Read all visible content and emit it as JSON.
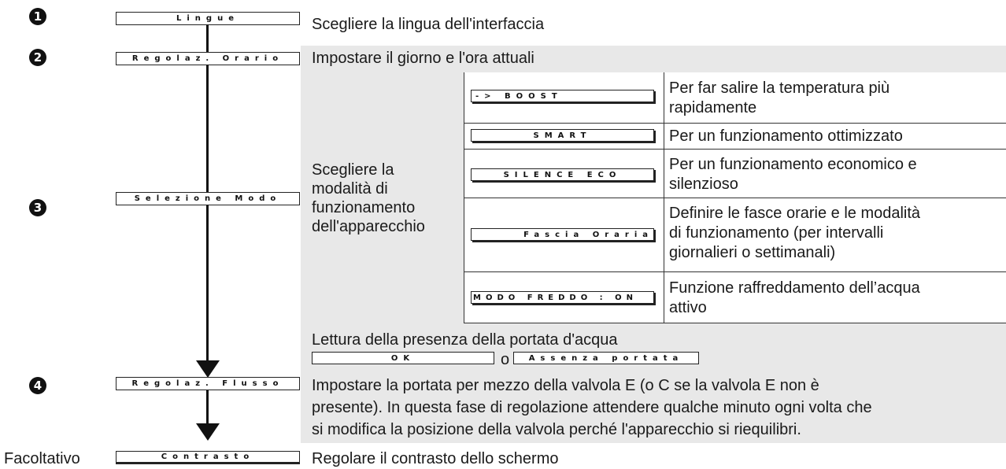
{
  "steps": {
    "s1": {
      "num": "1",
      "lcd": "Lingue",
      "desc": "Scegliere la lingua dell'interfaccia"
    },
    "s2": {
      "num": "2",
      "lcd": "Regolaz. Orario",
      "desc": "Impostare il giorno e l'ora attuali"
    },
    "s3": {
      "num": "3",
      "lcd": "Selezione Modo",
      "desc_lines": [
        "Scegliere la",
        "modalità di",
        "funzionamento",
        "dell'apparecchio"
      ],
      "modes": [
        {
          "lcd": "-> BOOST",
          "desc_lines": [
            "Per far salire la temperatura più",
            "rapidamente"
          ]
        },
        {
          "lcd": "SMART",
          "desc_lines": [
            "Per un funzionamento ottimizzato"
          ]
        },
        {
          "lcd": "SILENCE ECO",
          "desc_lines": [
            "Per un funzionamento economico e",
            "silenzioso"
          ]
        },
        {
          "lcd": "Fascia Oraria",
          "desc_lines": [
            "Definire le fasce orarie e le modalità",
            "di funzionamento (per intervalli",
            "giornalieri o settimanali)"
          ]
        },
        {
          "lcd": "MODO FREDDO : ON",
          "desc_lines": [
            "Funzione raffreddamento dell’acqua",
            "attivo"
          ]
        }
      ]
    },
    "s4": {
      "num": "4",
      "lcd": "Regolaz. Flusso",
      "reading": "Lettura della presenza della portata d'acqua",
      "lcd_ok": "OK",
      "or": "o",
      "lcd_absent": "Assenza portata",
      "desc_lines": [
        "Impostare la portata per mezzo della valvola E (o C se la valvola E non è",
        "presente). In questa fase di regolazione attendere qualche minuto ogni volta che",
        "si modifica la posizione della valvola perché l'apparecchio si riequilibri."
      ]
    },
    "optional": {
      "label": "Facoltativo",
      "lcd": "Contrasto",
      "desc": "Regolare il contrasto dello schermo"
    }
  }
}
